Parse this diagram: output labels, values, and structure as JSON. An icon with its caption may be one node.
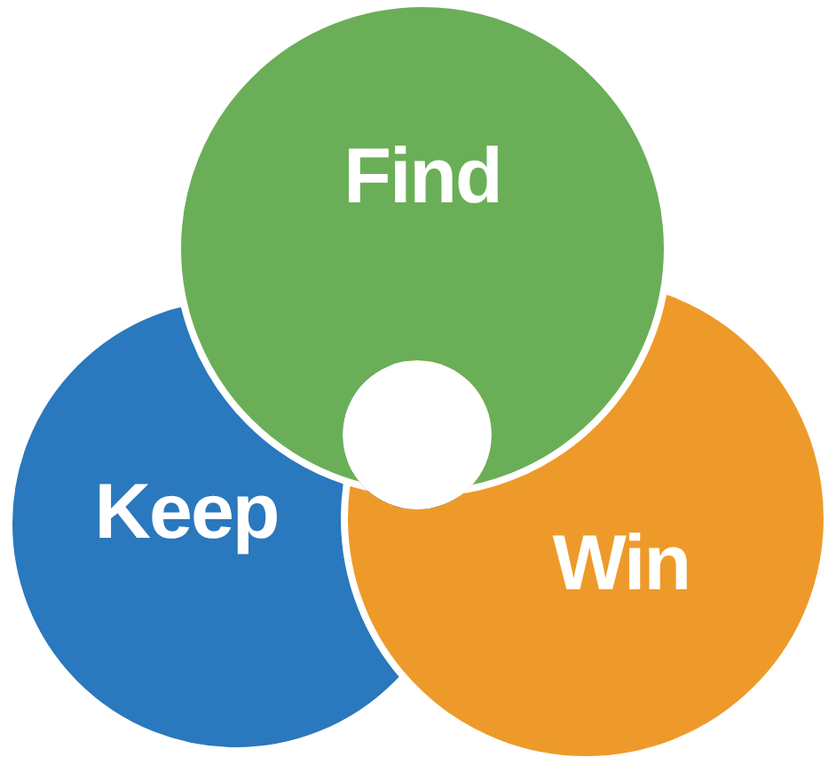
{
  "diagram": {
    "nodes": [
      {
        "text": [
          "Find"
        ]
      },
      {
        "text": [
          "Keep"
        ]
      },
      {
        "text": [
          "Win"
        ]
      }
    ]
  }
}
